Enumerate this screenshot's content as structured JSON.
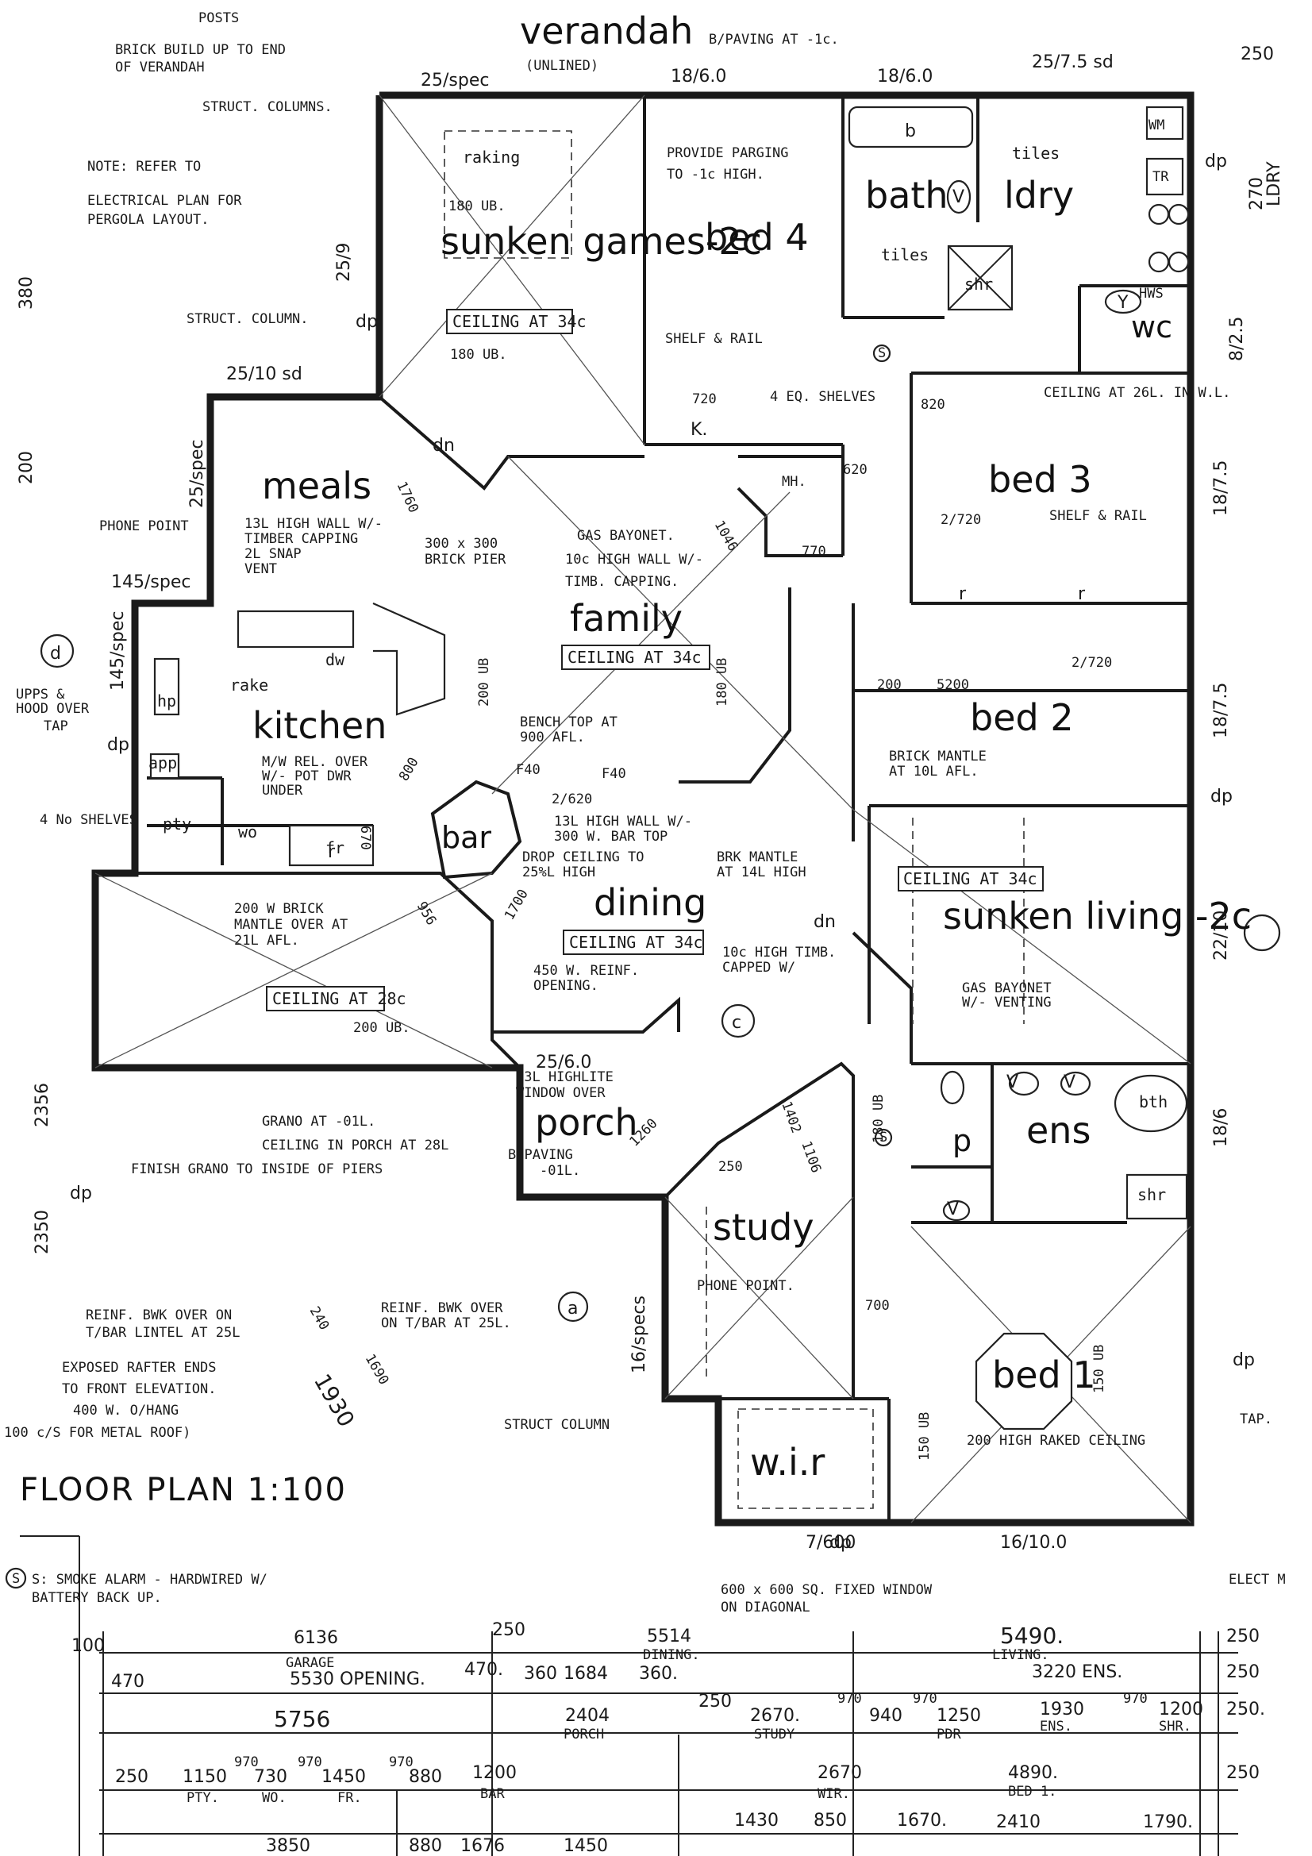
{
  "title": "FLOOR PLAN 1:100",
  "rooms": {
    "verandah": "verandah",
    "sunken_games": "sunken games-2c",
    "bed4": "bed 4",
    "bath": "bath",
    "ldry": "ldry",
    "wc": "wc",
    "meals": "meals",
    "family": "family",
    "kitchen": "kitchen",
    "bed3": "bed 3",
    "bed2": "bed 2",
    "bar": "bar",
    "dining": "dining",
    "sunken_living": "sunken living -2c",
    "porch": "porch",
    "ens": "ens",
    "study": "study",
    "bed1": "bed 1",
    "wir": "w.i.r"
  },
  "ceilings": {
    "games": "CEILING AT 34c",
    "family": "CEILING AT 34c",
    "dining": "CEILING AT 34c",
    "living": "CEILING AT 34c",
    "garage": "CEILING AT 28c"
  },
  "notes": {
    "verandah_paving": "B/PAVING AT -1c.",
    "verandah_unlined": "(UNLINED)",
    "posts": "POSTS",
    "brick_build": "BRICK BUILD UP TO END",
    "brick_build2": "OF VERANDAH",
    "struct_columns": "STRUCT. COLUMNS.",
    "note1": "NOTE: REFER TO",
    "note2": "ELECTRICAL PLAN FOR",
    "note3": "PERGOLA LAYOUT.",
    "struct_column": "STRUCT. COLUMN.",
    "raking": "raking",
    "ub180": "180 UB.",
    "parging1": "PROVIDE PARGING",
    "parging2": "TO -1c HIGH.",
    "shelf_rail": "SHELF & RAIL",
    "tiles": "tiles",
    "shelves": "4 EQ. SHELVES",
    "ceiling_wil": "CEILING AT 26L. IN W.L.",
    "shelf_rail_b3": "SHELF & RAIL",
    "phone_point": "PHONE POINT",
    "wall13_1": "13L HIGH WALL W/-",
    "wall13_2": "TIMBER CAPPING",
    "wall13_3": "2L SNAP",
    "wall13_4": "VENT",
    "pier1": "300 x 300",
    "pier2": "BRICK PIER",
    "gas_bayonet": "GAS BAYONET.",
    "wall10_1": "10c HIGH WALL W/-",
    "wall10_2": "TIMB. CAPPING.",
    "upps1": "UPPS &",
    "upps2": "HOOD OVER",
    "tap": "TAP",
    "shelves4": "4 No SHELVES",
    "mw1": "M/W REL. OVER",
    "mw2": "W/- POT DWR",
    "mw3": "UNDER",
    "bench1": "BENCH TOP AT",
    "bench2": "900 AFL.",
    "brick_mantle_b2": "BRICK MANTLE",
    "brick_mantle_b2b": "AT 10L AFL.",
    "wall13b_1": "13L HIGH WALL W/-",
    "wall13b_2": "300 W. BAR TOP",
    "drop1": "DROP CEILING TO",
    "drop2": "25%L HIGH",
    "bkmantle1": "BRK MANTLE",
    "bkmantle2": "AT 14L HIGH",
    "mantle200_1": "200 W BRICK",
    "mantle200_2": "MANTLE OVER AT",
    "mantle200_3": "21L AFL.",
    "reinf1": "450 W. REINF.",
    "reinf2": "OPENING.",
    "timb10_1": "10c HIGH TIMB.",
    "timb10_2": "CAPPED W/",
    "gas_vent1": "GAS BAYONET",
    "gas_vent2": "W/- VENTING",
    "hilite1": "13L HIGHLITE",
    "hilite2": "WINDOW OVER",
    "grano1": "GRANO AT -01L.",
    "grano2": "CEILING IN PORCH AT 28L",
    "bpaving": "B/PAVING",
    "bpaving2": "-01L.",
    "finish_grano": "FINISH GRANO TO INSIDE OF PIERS",
    "phone_point2": "PHONE POINT.",
    "reinf_bwk1": "REINF. BWK OVER ON",
    "reinf_bwk2": "T/BAR LINTEL AT 25L",
    "reinf_bwk3": "REINF. BWK OVER",
    "reinf_bwk4": "ON T/BAR AT 25L.",
    "rafter1": "EXPOSED RAFTER ENDS",
    "rafter2": "TO FRONT ELEVATION.",
    "rafter3": "400 W. O/HANG",
    "rafter4": "100 c/S FOR METAL ROOF)",
    "struct_col2": "STRUCT COLUMN",
    "raked": "200 HIGH RAKED CEILING",
    "window_diag1": "600 x 600 SQ. FIXED WINDOW",
    "window_diag2": "ON DIAGONAL",
    "smoke1": "S: SMOKE ALARM - HARDWIRED W/",
    "smoke2": "BATTERY BACK UP.",
    "elect": "ELECT M",
    "tap2": "TAP.",
    "ub200": "200 UB.",
    "dw": "dw",
    "rake": "rake",
    "hp": "hp",
    "app": "app",
    "pty": "pty",
    "wo": "wo",
    "fr": "fr",
    "bth": "bth",
    "shr": "shr",
    "p": "p",
    "mh": "MH.",
    "wm": "WM",
    "tr": "TR",
    "hws": "HWS"
  },
  "dims_top": [
    "25/spec",
    "18/6.0",
    "18/6.0",
    "25/7.5 sd",
    "250"
  ],
  "dims_left": [
    "25/9",
    "25/10 sd",
    "25/spec",
    "145/spec",
    "145/spec",
    "2356",
    "2350",
    "200",
    "380"
  ],
  "dims_right": [
    "270",
    "LDRY",
    "8/2.5",
    "18/7.5",
    "18/7.5",
    "22/10",
    "18/6"
  ],
  "dims_misc": [
    "720",
    "820",
    "620",
    "2/720",
    "2/720",
    "770",
    "1760",
    "1046",
    "200 UB",
    "180 UB",
    "150 UB",
    "2/620",
    "F40",
    "F40",
    "800",
    "670",
    "956",
    "1700",
    "25/6.0",
    "1260",
    "1402",
    "1106",
    "250",
    "16/specs",
    "7/600",
    "16/10.0",
    "700",
    "240",
    "1930",
    "1690",
    "5200",
    "200"
  ],
  "schedule": {
    "row1": [
      "100",
      "6136",
      "250",
      "5514",
      "5490.",
      "250"
    ],
    "row1_sub": [
      "GARAGE",
      "DINING.",
      "LIVING."
    ],
    "row2": [
      "470",
      "5530 OPENING.",
      "470.",
      "360",
      "1684",
      "360.",
      "3220 ENS.",
      "250"
    ],
    "row3": [
      "5756",
      "2404",
      "250",
      "2670.",
      "970",
      "940",
      "970",
      "1250",
      "1930",
      "970",
      "1200",
      "250."
    ],
    "row3_sub": [
      "PORCH",
      "STUDY",
      "PDR",
      "ENS.",
      "SHR."
    ],
    "row4": [
      "250",
      "1150",
      "970",
      "730",
      "970",
      "1450",
      "970",
      "880",
      "1200",
      "2670",
      "4890.",
      "250"
    ],
    "row4_sub": [
      "PTY.",
      "WO.",
      "FR.",
      "BAR",
      "WIR.",
      "BED 1."
    ],
    "row5": [
      "3850",
      "880",
      "1676",
      "1450",
      "1430",
      "850",
      "1670.",
      "2410",
      "1790."
    ]
  },
  "symbols": {
    "a": "a",
    "c": "c",
    "d": "d",
    "s": "S",
    "dp": "dp",
    "dn": "dn",
    "b": "b",
    "v": "V",
    "y": "Y",
    "k": "K.",
    "r": "r"
  }
}
